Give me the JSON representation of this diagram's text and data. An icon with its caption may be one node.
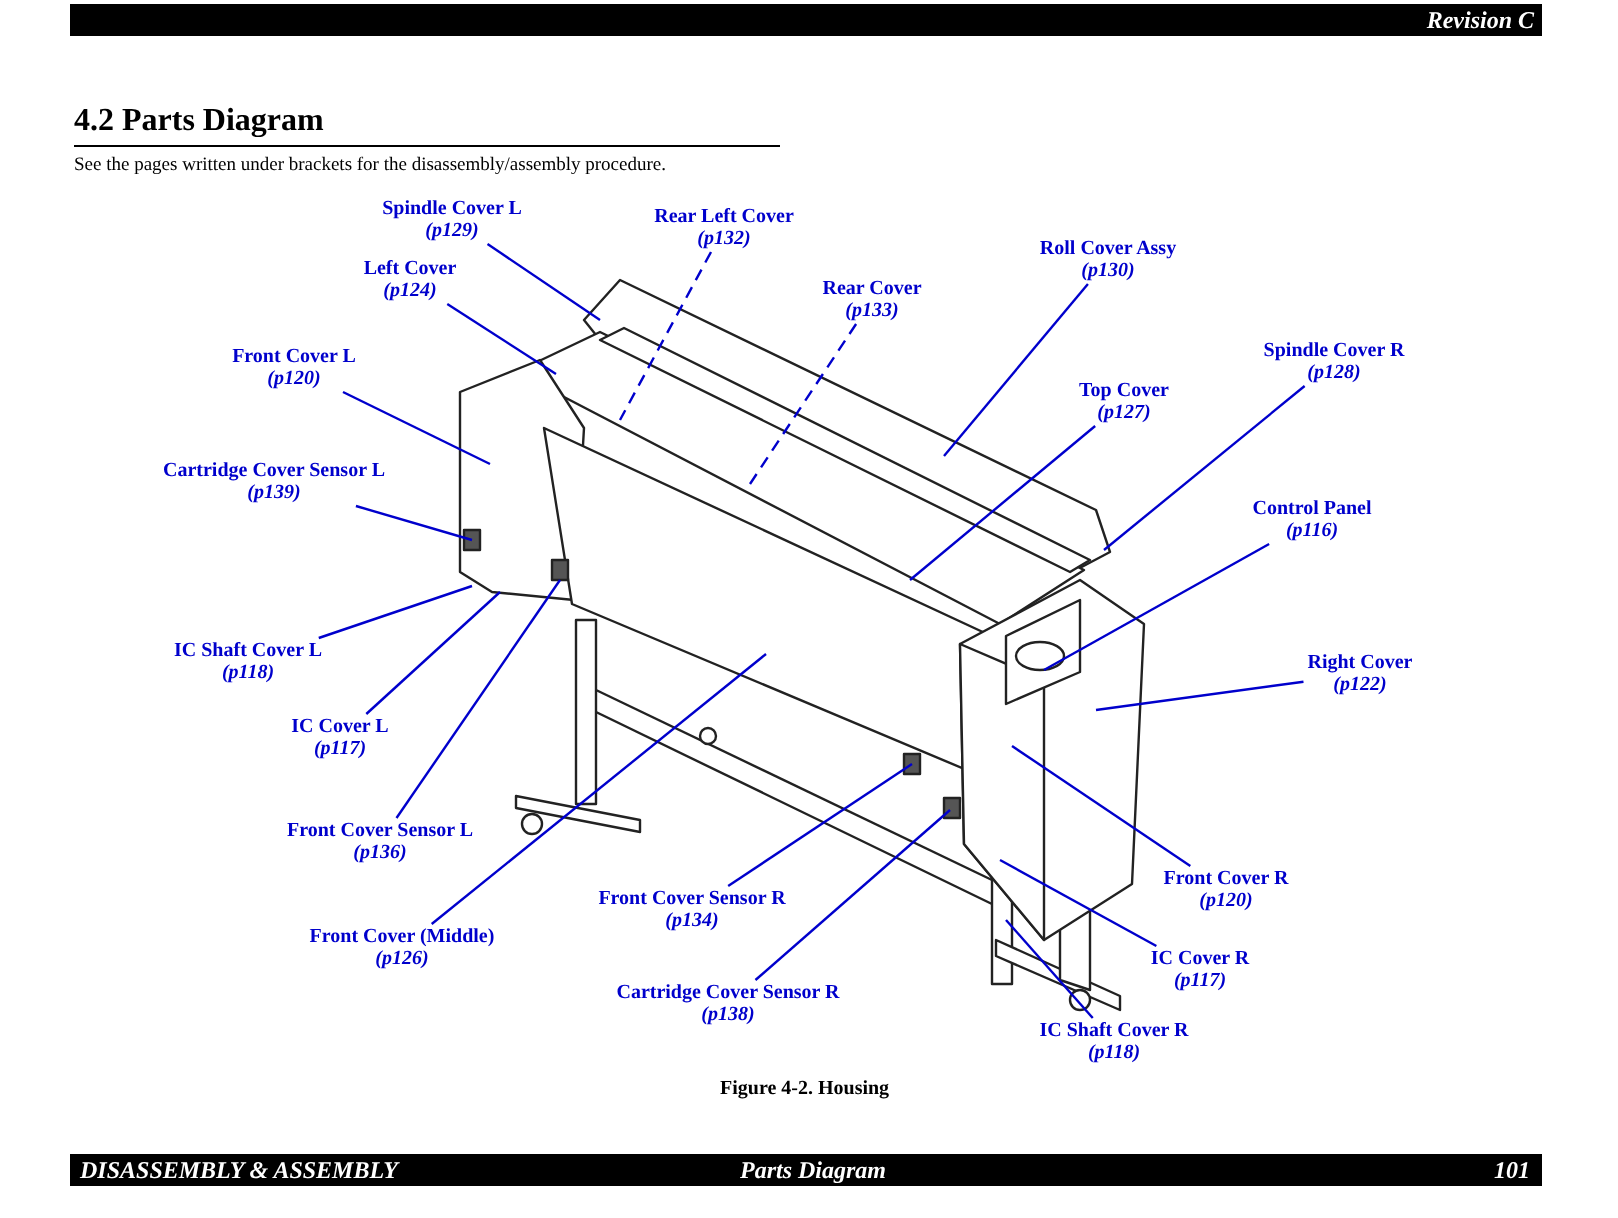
{
  "diagram": {
    "title": "4.2 Parts Diagram",
    "caption": "Figure 4-2. Housing",
    "nodes": [
      {
        "text": [
          "Spindle Cover L",
          "(p129)"
        ]
      },
      {
        "text": [
          "Rear Left Cover",
          "(p132)"
        ]
      },
      {
        "text": [
          "Left Cover",
          "(p124)"
        ]
      },
      {
        "text": [
          "Rear Cover",
          "(p133)"
        ]
      },
      {
        "text": [
          "Roll Cover Assy",
          "(p130)"
        ]
      },
      {
        "text": [
          "Front Cover L",
          "(p120)"
        ]
      },
      {
        "text": [
          "Top Cover",
          "(p127)"
        ]
      },
      {
        "text": [
          "Spindle Cover R",
          "(p128)"
        ]
      },
      {
        "text": [
          "Cartridge Cover Sensor L",
          "(p139)"
        ]
      },
      {
        "text": [
          "Control Panel",
          "(p116)"
        ]
      },
      {
        "text": [
          "IC Shaft Cover L",
          "(p118)"
        ]
      },
      {
        "text": [
          "Right Cover",
          "(p122)"
        ]
      },
      {
        "text": [
          "IC Cover L",
          "(p117)"
        ]
      },
      {
        "text": [
          "Front Cover Sensor L",
          "(p136)"
        ]
      },
      {
        "text": [
          "Front Cover R",
          "(p120)"
        ]
      },
      {
        "text": [
          "Front Cover Sensor R",
          "(p134)"
        ]
      },
      {
        "text": [
          "Front Cover (Middle)",
          "(p126)"
        ]
      },
      {
        "text": [
          "IC Cover R",
          "(p117)"
        ]
      },
      {
        "text": [
          "Cartridge Cover Sensor R",
          "(p138)"
        ]
      },
      {
        "text": [
          "IC Shaft Cover R",
          "(p118)"
        ]
      }
    ],
    "edges": [
      {
        "from": 0,
        "to": null,
        "arrow": "none"
      },
      {
        "from": 1,
        "to": null,
        "arrow": "none",
        "style": "dashed"
      },
      {
        "from": 2,
        "to": null,
        "arrow": "none"
      },
      {
        "from": 3,
        "to": null,
        "arrow": "none",
        "style": "dashed"
      },
      {
        "from": 4,
        "to": null,
        "arrow": "none"
      },
      {
        "from": 5,
        "to": null,
        "arrow": "none"
      },
      {
        "from": 6,
        "to": null,
        "arrow": "none"
      },
      {
        "from": 7,
        "to": null,
        "arrow": "none"
      },
      {
        "from": 8,
        "to": null,
        "arrow": "none"
      },
      {
        "from": 9,
        "to": null,
        "arrow": "none"
      },
      {
        "from": 10,
        "to": null,
        "arrow": "none"
      },
      {
        "from": 11,
        "to": null,
        "arrow": "none"
      },
      {
        "from": 12,
        "to": null,
        "arrow": "none"
      },
      {
        "from": 13,
        "to": null,
        "arrow": "none"
      },
      {
        "from": 14,
        "to": null,
        "arrow": "none"
      },
      {
        "from": 15,
        "to": null,
        "arrow": "none"
      },
      {
        "from": 16,
        "to": null,
        "arrow": "none"
      },
      {
        "from": 17,
        "to": null,
        "arrow": "none"
      },
      {
        "from": 18,
        "to": null,
        "arrow": "none"
      },
      {
        "from": 19,
        "to": null,
        "arrow": "none"
      }
    ],
    "labels": [
      "Revision C",
      "See the pages written under brackets for the disassembly/assembly procedure.",
      "DISASSEMBLY & ASSEMBLY",
      "Parts Diagram",
      "101"
    ]
  }
}
